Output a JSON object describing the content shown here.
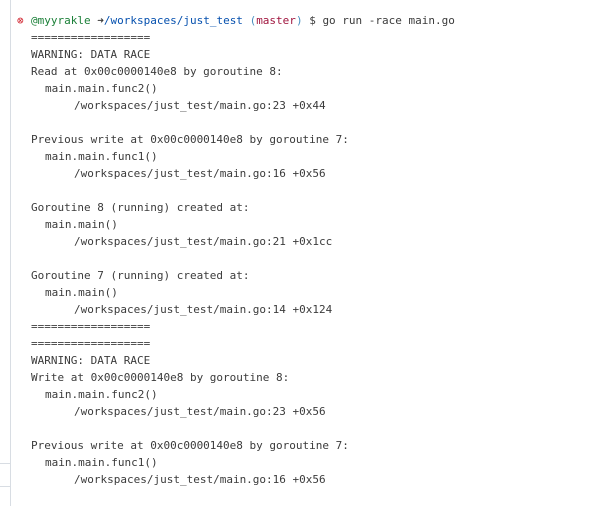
{
  "prompt": {
    "status_icon": "error-circle-icon",
    "user": "@myyrakle",
    "arrow": "➜",
    "cwd": "/workspaces/just_test",
    "branch_open": "(",
    "branch": "master",
    "branch_close": ")",
    "symbol": "$",
    "command": "go run -race main.go"
  },
  "output": [
    {
      "text": "==================",
      "indent": 0
    },
    {
      "text": "WARNING: DATA RACE",
      "indent": 0
    },
    {
      "text": "Read at 0x00c0000140e8 by goroutine 8:",
      "indent": 0
    },
    {
      "text": "main.main.func2()",
      "indent": 1
    },
    {
      "text": "/workspaces/just_test/main.go:23 +0x44",
      "indent": 2
    },
    {
      "text": "",
      "indent": 0
    },
    {
      "text": "Previous write at 0x00c0000140e8 by goroutine 7:",
      "indent": 0
    },
    {
      "text": "main.main.func1()",
      "indent": 1
    },
    {
      "text": "/workspaces/just_test/main.go:16 +0x56",
      "indent": 2
    },
    {
      "text": "",
      "indent": 0
    },
    {
      "text": "Goroutine 8 (running) created at:",
      "indent": 0
    },
    {
      "text": "main.main()",
      "indent": 1
    },
    {
      "text": "/workspaces/just_test/main.go:21 +0x1cc",
      "indent": 2
    },
    {
      "text": "",
      "indent": 0
    },
    {
      "text": "Goroutine 7 (running) created at:",
      "indent": 0
    },
    {
      "text": "main.main()",
      "indent": 1
    },
    {
      "text": "/workspaces/just_test/main.go:14 +0x124",
      "indent": 2
    },
    {
      "text": "==================",
      "indent": 0
    },
    {
      "text": "==================",
      "indent": 0
    },
    {
      "text": "WARNING: DATA RACE",
      "indent": 0
    },
    {
      "text": "Write at 0x00c0000140e8 by goroutine 8:",
      "indent": 0
    },
    {
      "text": "main.main.func2()",
      "indent": 1
    },
    {
      "text": "/workspaces/just_test/main.go:23 +0x56",
      "indent": 2
    },
    {
      "text": "",
      "indent": 0
    },
    {
      "text": "Previous write at 0x00c0000140e8 by goroutine 7:",
      "indent": 0
    },
    {
      "text": "main.main.func1()",
      "indent": 1
    },
    {
      "text": "/workspaces/just_test/main.go:16 +0x56",
      "indent": 2
    }
  ]
}
